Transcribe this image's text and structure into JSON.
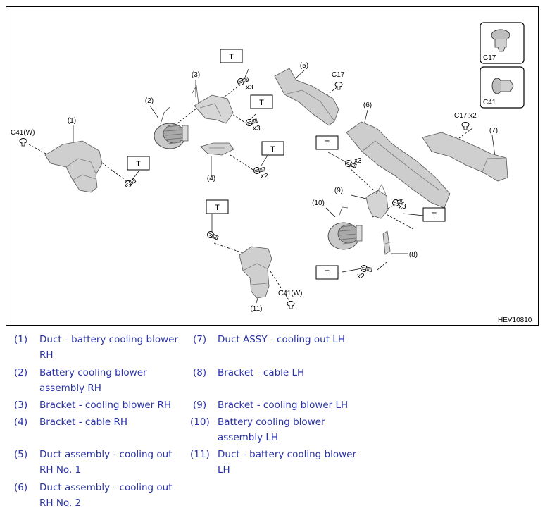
{
  "figure": {
    "code": "HEV10810",
    "callouts": {
      "p1": "(1)",
      "p2": "(2)",
      "p3": "(3)",
      "p4": "(4)",
      "p5": "(5)",
      "p6": "(6)",
      "p7": "(7)",
      "p8": "(8)",
      "p9": "(9)",
      "p10": "(10)",
      "p11": "(11)"
    },
    "torque_marker": "T",
    "qty": {
      "x3": "x3",
      "x2": "x2"
    },
    "clips": {
      "c41w": "C41(W)",
      "c17": "C17",
      "c17x2": "C17:x2",
      "c41": "C41"
    },
    "inset": {
      "top_label": "C17",
      "bottom_label": "C41"
    }
  },
  "legend": [
    {
      "num": "(1)",
      "text": "Duct - battery cooling blower RH"
    },
    {
      "num": "(2)",
      "text": "Battery cooling blower assembly RH"
    },
    {
      "num": "(3)",
      "text": "Bracket - cooling blower RH"
    },
    {
      "num": "(4)",
      "text": "Bracket - cable RH"
    },
    {
      "num": "(5)",
      "text": "Duct assembly - cooling out RH No. 1"
    },
    {
      "num": "(6)",
      "text": "Duct assembly - cooling out RH No. 2"
    },
    {
      "num": "(7)",
      "text": "Duct ASSY - cooling out LH"
    },
    {
      "num": "(8)",
      "text": "Bracket - cable LH"
    },
    {
      "num": "(9)",
      "text": "Bracket - cooling blower LH"
    },
    {
      "num": "(10)",
      "text": "Battery cooling blower assembly LH"
    },
    {
      "num": "(11)",
      "text": "Duct - battery cooling blower LH"
    }
  ],
  "colors": {
    "legend_text": "#2a32a8",
    "part_fill": "#cfcfcf",
    "part_dark": "#8f8f8f",
    "line": "#000000"
  }
}
